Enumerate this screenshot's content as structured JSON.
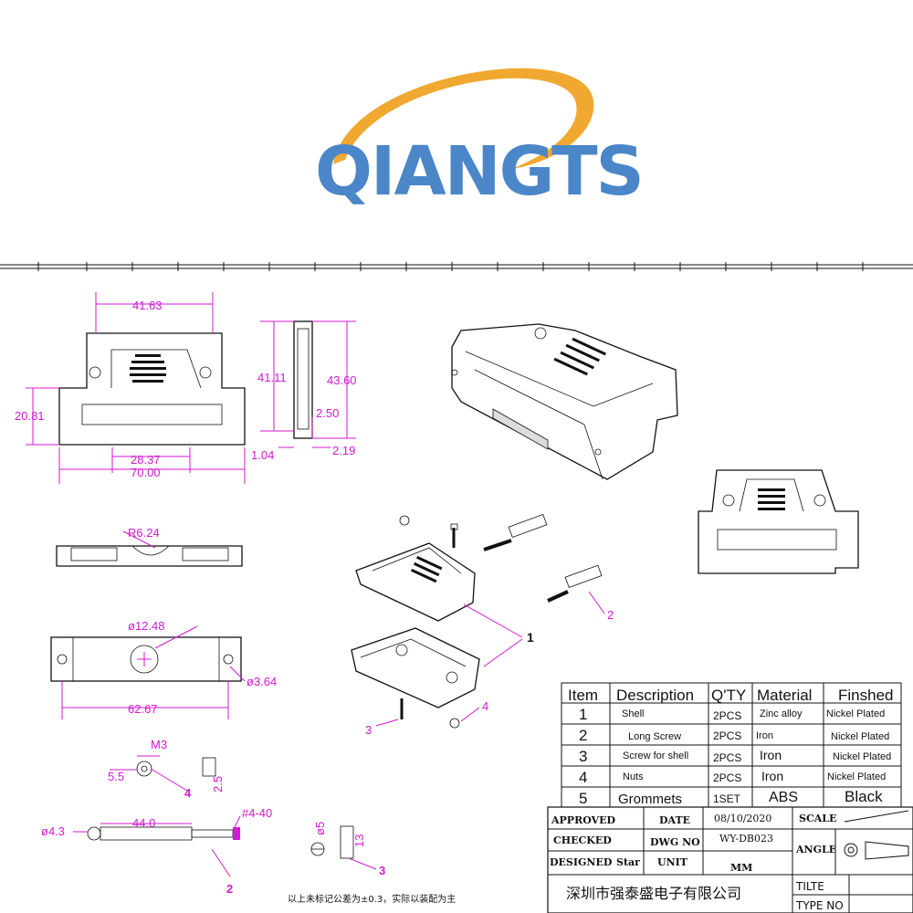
{
  "logo": {
    "text": "QIANGTS",
    "colors": {
      "swoosh": "#f0a830",
      "text": "#4a86c8"
    }
  },
  "dimensions": {
    "front_top": "41.63",
    "front_height": "20.81",
    "front_bottom_inner": "28.37",
    "front_width": "70.00",
    "side_inner": "41.11",
    "side_outer": "43.60",
    "side_step": "2.50",
    "side_left": "1.04",
    "side_right": "2.19",
    "radius": "R6.24",
    "hole_big": "ø12.48",
    "hole_small": "ø3.64",
    "bottom_width": "62.67",
    "nut_thread": "M3",
    "nut_width": "5.5",
    "nut_height": "2.5",
    "screw_dia": "ø4.3",
    "screw_len": "44.0",
    "screw_thread": "#4-40",
    "small_screw_dia": "ø5",
    "small_screw_len": "13"
  },
  "callouts": {
    "c1": "1",
    "c2": "2",
    "c3": "3",
    "c4": "4",
    "c2b": "2",
    "c3b": "3",
    "c4b": "4"
  },
  "bom": {
    "headers": [
      "Item",
      "Description",
      "Q'TY",
      "Material",
      "Finshed"
    ],
    "rows": [
      [
        "1",
        "Shell",
        "2PCS",
        "Zinc alloy",
        "Nickel Plated"
      ],
      [
        "2",
        "Long Screw",
        "2PCS",
        "Iron",
        "Nickel Plated"
      ],
      [
        "3",
        "Screw for shell",
        "2PCS",
        "Iron",
        "Nickel Plated"
      ],
      [
        "4",
        "Nuts",
        "2PCS",
        "Iron",
        "Nickel Plated"
      ],
      [
        "5",
        "Grommets",
        "1SET",
        "ABS",
        "Black"
      ]
    ]
  },
  "titleblock": {
    "approved": "APPROVED",
    "date_label": "DATE",
    "date_value": "08/10/2020",
    "scale": "SCALE",
    "checked": "CHECKED",
    "dwg_label": "DWG NO",
    "dwg_value": "WY-DB023",
    "angle": "ANGLE",
    "designed": "DESIGNED",
    "designer": "Star",
    "unit_label": "UNIT",
    "unit_value": "MM",
    "company": "深圳市强泰盛电子有限公司",
    "title": "TILTE",
    "type_no": "TYPE NO"
  },
  "footnote": "以上未标记公差为±0.3，实际以装配为主"
}
